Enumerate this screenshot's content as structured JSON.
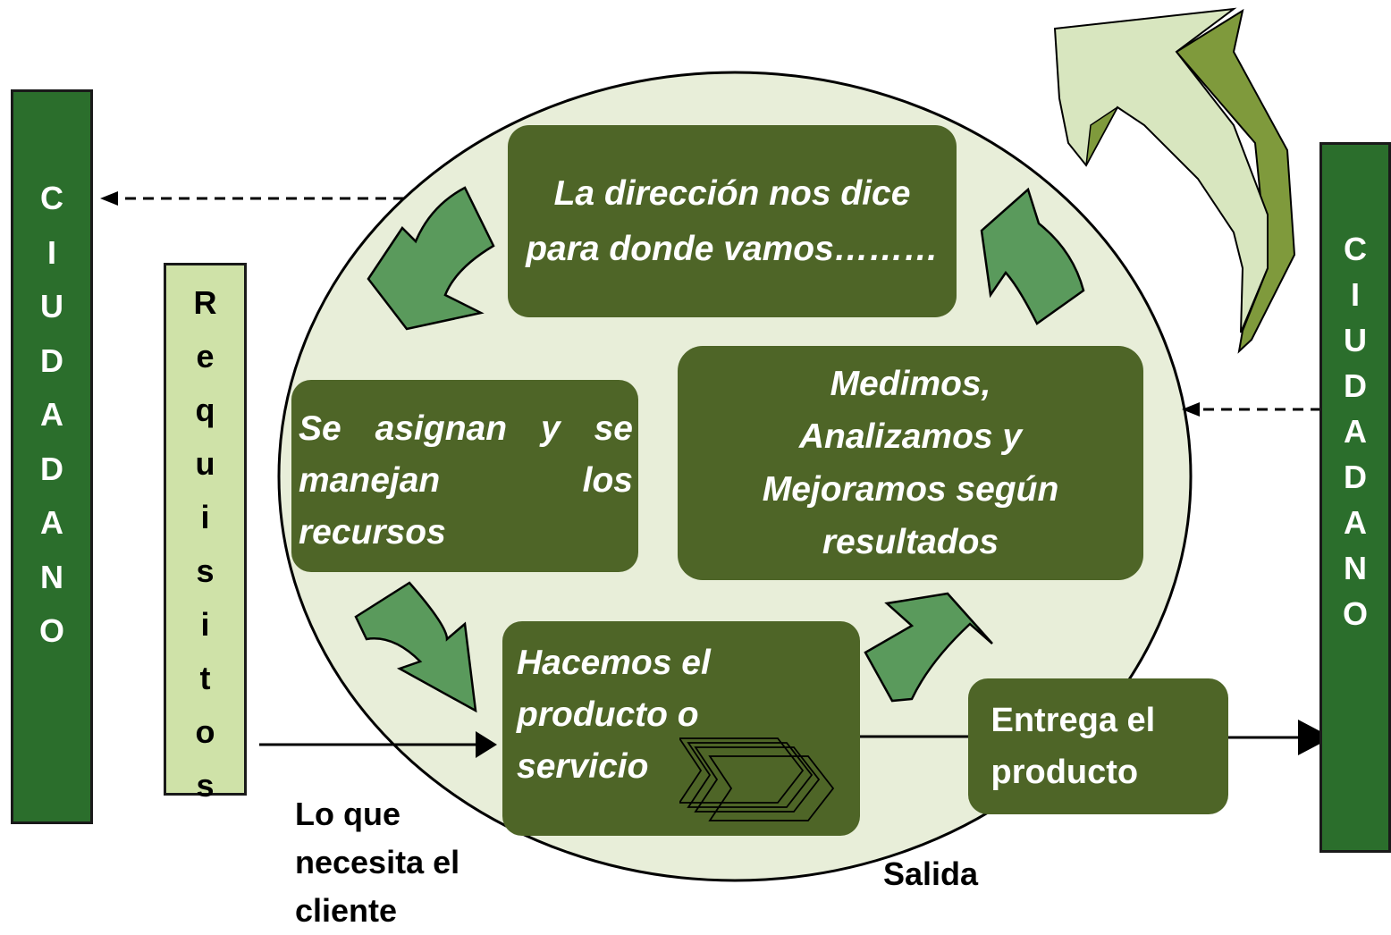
{
  "left_bar": {
    "letters": [
      "C",
      "I",
      "U",
      "D",
      "A",
      "D",
      "A",
      "N",
      "O"
    ]
  },
  "right_bar": {
    "letters": [
      "C",
      "I",
      "U",
      "D",
      "A",
      "D",
      "A",
      "N",
      "O"
    ]
  },
  "requisitos": {
    "letters": [
      "R",
      "e",
      "q",
      "u",
      "i",
      "s",
      "i",
      "t",
      "o",
      "s"
    ]
  },
  "steps": {
    "direccion": "La dirección nos dice para donde vamos………",
    "recursos": "Se asignan y se manejan los recursos",
    "medimos": "Medimos, Analizamos y Mejoramos según resultados",
    "hacemos": "Hacemos el producto o servicio",
    "entrega": "Entrega el producto"
  },
  "labels": {
    "lo_que_necesita": "Lo que necesita el cliente",
    "salida": "Salida"
  },
  "colors": {
    "bar_green": "#2b6e2c",
    "box_olive": "#4e6527",
    "arrow_green": "#5a9a5c",
    "circle_fill": "#e8eed9",
    "requisitos_fill": "#cfe2a8",
    "big_arrow_fill": "#d8e6bf",
    "big_arrow_side": "#7f9a3c"
  }
}
